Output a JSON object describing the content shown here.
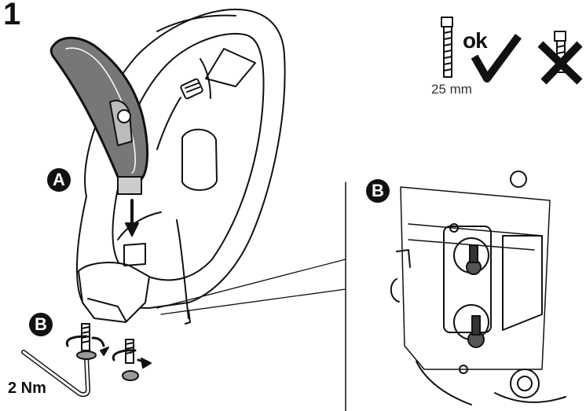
{
  "step_number": "1",
  "callouts": {
    "a": "A",
    "b_detail": "B",
    "b_bottom": "B"
  },
  "screw_check": {
    "ok_label": "ok",
    "length": "25 mm"
  },
  "torque": "2 Nm"
}
